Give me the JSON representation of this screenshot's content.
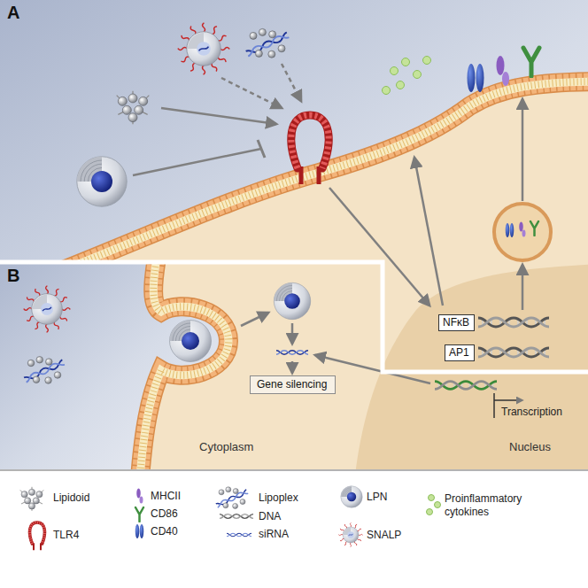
{
  "diagram": {
    "nodes": [
      {
        "text": [
          "NFκB"
        ]
      },
      {
        "text": [
          "AP1"
        ]
      },
      {
        "text": [
          "Gene silencing"
        ]
      }
    ],
    "labels": [
      "A",
      "B",
      "Transcription",
      "Cytoplasm",
      "Nucleus"
    ],
    "legend": [
      {
        "text": "Lipidoid"
      },
      {
        "text": "TLR4"
      },
      {
        "text": "MHCII"
      },
      {
        "text": "CD86"
      },
      {
        "text": "CD40"
      },
      {
        "text": "Lipoplex"
      },
      {
        "text": "DNA"
      },
      {
        "text": "siRNA"
      },
      {
        "text": "LPN"
      },
      {
        "text": "SNALP"
      },
      {
        "text": "Proinflammatory cytokines"
      }
    ]
  }
}
